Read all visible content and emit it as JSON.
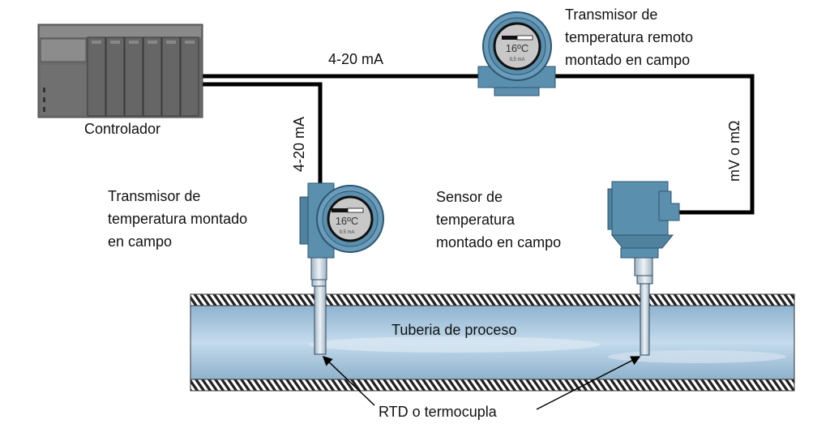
{
  "controller": {
    "label": "Controlador",
    "icon": "plc-rack-icon"
  },
  "signals": {
    "top_wire": "4-20 mA",
    "vertical_wire": "4-20 mA",
    "sensor_wire": "mV o mΩ"
  },
  "remote_transmitter": {
    "label_lines": [
      "Transmisor de",
      "temperatura remoto",
      "montado en campo"
    ],
    "display_temp": "16ºC",
    "display_current": "9,5 mA"
  },
  "field_transmitter": {
    "label_lines": [
      "Transmisor de",
      "temperatura montado",
      "en campo"
    ],
    "display_temp": "16ºC",
    "display_current": "9,5 mA"
  },
  "sensor": {
    "label_lines": [
      "Sensor de",
      "temperatura",
      "montado en campo"
    ]
  },
  "pipe": {
    "label": "Tuberia de proceso"
  },
  "probe_label": "RTD o termocupla",
  "colors": {
    "device_blue": "#5b8fae",
    "wire": "#000000",
    "pipe_fluid": "#b9d3e6"
  }
}
